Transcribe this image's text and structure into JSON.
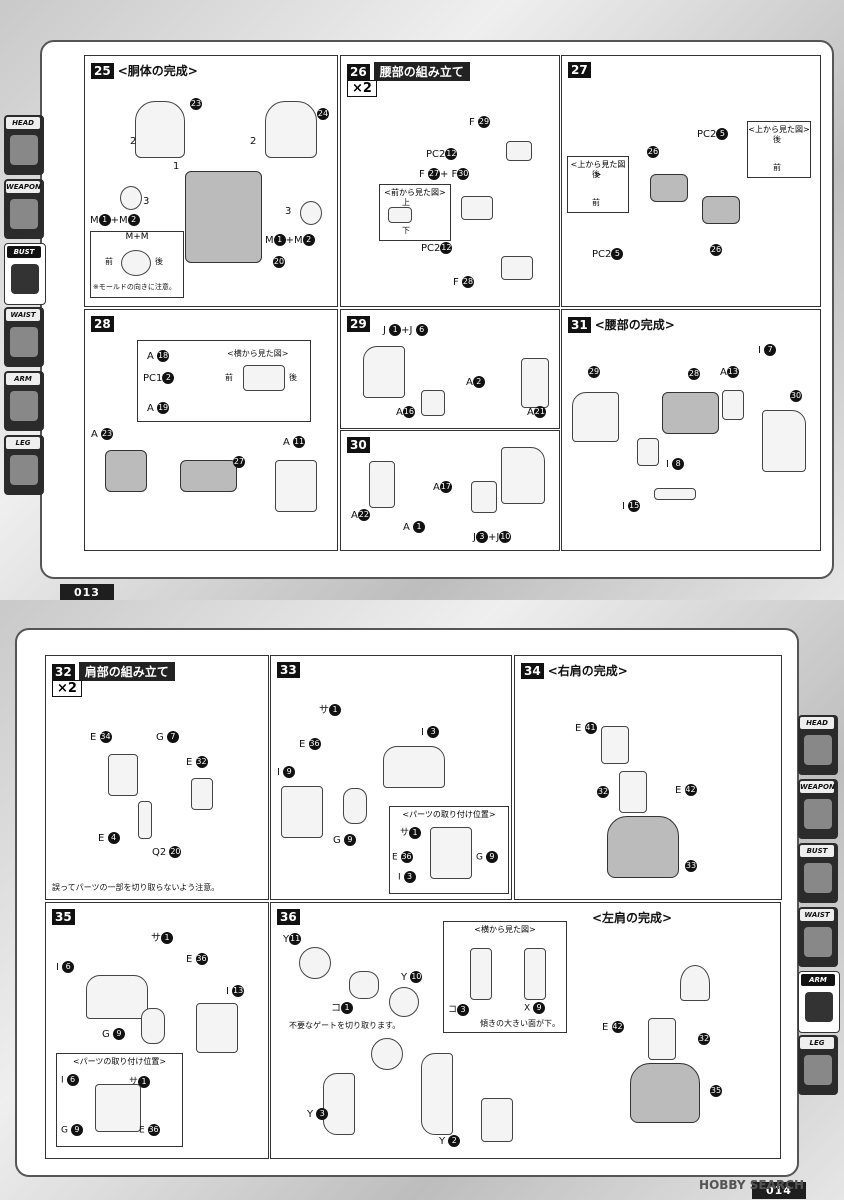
{
  "top_page": {
    "page_number": "013",
    "side_tabs": [
      {
        "label": "HEAD",
        "active": false
      },
      {
        "label": "WEAPON",
        "active": false
      },
      {
        "label": "BUST",
        "active": true
      },
      {
        "label": "WAIST",
        "active": false
      },
      {
        "label": "ARM",
        "active": false
      },
      {
        "label": "LEG",
        "active": false
      }
    ],
    "steps": [
      {
        "num": "25",
        "title": "<胴体の完成>",
        "labels": [
          "M",
          "+M",
          "M",
          "+M",
          "M",
          "+M",
          "前",
          "後",
          "※モールドの向きに注意。"
        ],
        "callouts": [
          "23",
          "24",
          "20",
          "1",
          "2",
          "2",
          "3",
          "3",
          "1",
          "2",
          "1",
          "2"
        ]
      },
      {
        "num": "26",
        "title": "腰部の組み立て",
        "multiplier": "×2",
        "labels": [
          "F",
          "PC2",
          "F",
          "+ F",
          "<前から見た図>",
          "上",
          "下",
          "PC2",
          "F"
        ],
        "callouts": [
          "29",
          "12",
          "27",
          "30",
          "12",
          "28"
        ]
      },
      {
        "num": "27",
        "title": "",
        "labels": [
          "PC2",
          "<上から見た図>",
          "後",
          "前",
          "<上から見た図>",
          "後",
          "前",
          "PC2"
        ],
        "callouts": [
          "5",
          "26",
          "26",
          "5"
        ]
      },
      {
        "num": "28",
        "title": "",
        "labels": [
          "A",
          "PC1",
          "A",
          "<横から見た図>",
          "前",
          "後",
          "A",
          "A"
        ],
        "callouts": [
          "18",
          "2",
          "19",
          "23",
          "27",
          "11"
        ]
      },
      {
        "num": "29",
        "title": "",
        "labels": [
          "J",
          "+J",
          "A",
          "A",
          "A"
        ],
        "callouts": [
          "1",
          "6",
          "2",
          "16",
          "21"
        ]
      },
      {
        "num": "30",
        "title": "",
        "labels": [
          "A",
          "A",
          "A",
          "J",
          "+J"
        ],
        "callouts": [
          "17",
          "22",
          "1",
          "3",
          "10"
        ]
      },
      {
        "num": "31",
        "title": "<腰部の完成>",
        "labels": [
          "I",
          "A",
          "I",
          "I"
        ],
        "callouts": [
          "7",
          "29",
          "28",
          "13",
          "30",
          "8",
          "15"
        ]
      }
    ]
  },
  "bottom_page": {
    "page_number": "014",
    "side_tabs": [
      {
        "label": "HEAD",
        "active": false
      },
      {
        "label": "WEAPON",
        "active": false
      },
      {
        "label": "BUST",
        "active": false
      },
      {
        "label": "WAIST",
        "active": false
      },
      {
        "label": "ARM",
        "active": true
      },
      {
        "label": "LEG",
        "active": false
      }
    ],
    "steps": [
      {
        "num": "32",
        "title": "肩部の組み立て",
        "multiplier": "×2",
        "labels": [
          "E",
          "G",
          "E",
          "E",
          "Q2"
        ],
        "callouts": [
          "34",
          "7",
          "32",
          "4",
          "20"
        ],
        "note": "誤ってパーツの一部を切り取らないよう注意。"
      },
      {
        "num": "33",
        "title": "",
        "labels": [
          "サ",
          "E",
          "I",
          "I",
          "G",
          "<パーツの取り付け位置>",
          "サ",
          "E",
          "I",
          "G"
        ],
        "callouts": [
          "1",
          "36",
          "3",
          "9",
          "9",
          "1",
          "36",
          "3",
          "9"
        ]
      },
      {
        "num": "34",
        "title": "<右肩の完成>",
        "labels": [
          "E",
          "E"
        ],
        "callouts": [
          "41",
          "32",
          "42",
          "33"
        ]
      },
      {
        "num": "35",
        "title": "",
        "labels": [
          "サ",
          "I",
          "E",
          "I",
          "G",
          "<パーツの取り付け位置>",
          "I",
          "サ",
          "G",
          "E"
        ],
        "callouts": [
          "1",
          "6",
          "36",
          "13",
          "9",
          "6",
          "1",
          "9",
          "36"
        ]
      },
      {
        "num": "36",
        "title": "",
        "labels": [
          "Y",
          "Y",
          "コ",
          "<横から見た図>",
          "コ",
          "X",
          "不要なゲートを切り取ります。",
          "傾きの大きい面が下。",
          "Y",
          "Y"
        ],
        "callouts": [
          "11",
          "10",
          "1",
          "3",
          "9",
          "3",
          "2"
        ]
      },
      {
        "num": "",
        "title": "<左肩の完成>",
        "labels": [
          "E"
        ],
        "callouts": [
          "42",
          "32",
          "35"
        ]
      }
    ],
    "watermark": "HOBBY SEARCH"
  }
}
